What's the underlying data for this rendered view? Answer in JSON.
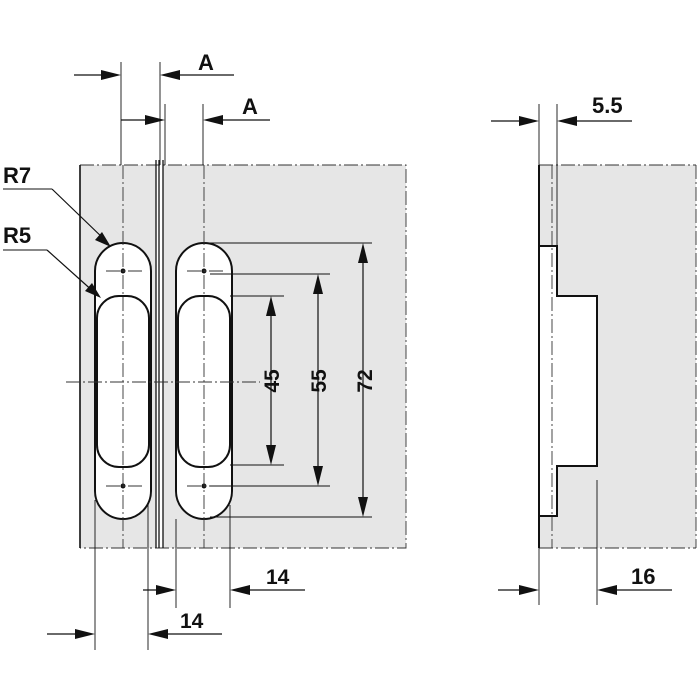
{
  "labels": {
    "gap_a_top": "A",
    "gap_a_second": "A",
    "radius_outer": "R7",
    "radius_inner": "R5",
    "length_45": "45",
    "length_55": "55",
    "length_72": "72",
    "width_14_upper": "14",
    "width_14_lower": "14",
    "depth_5_5": "5.5",
    "depth_16": "16"
  },
  "colors": {
    "panel_fill": "#e6e6e6",
    "hinge_fill": "#ffffff",
    "line": "#111111"
  }
}
